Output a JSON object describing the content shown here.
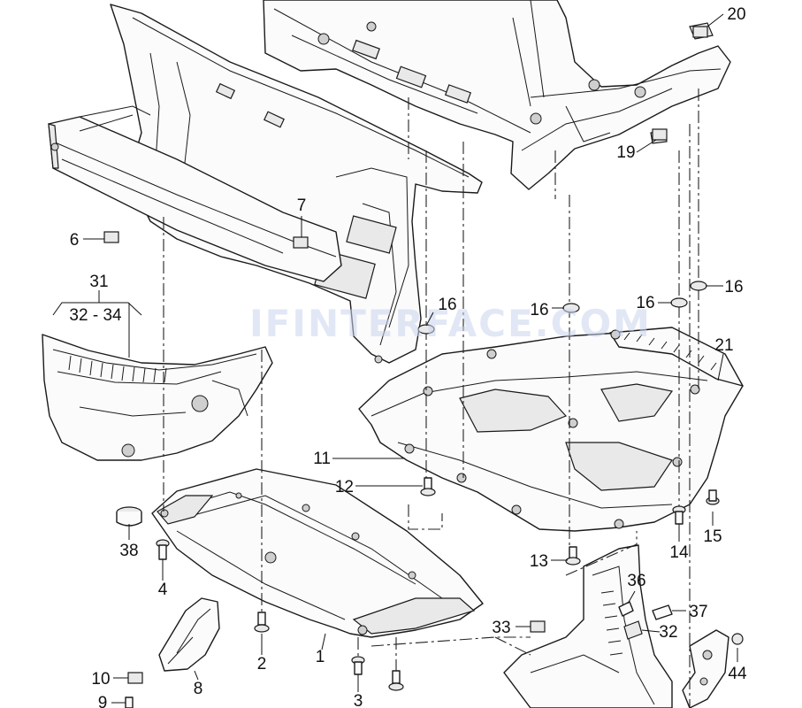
{
  "diagram": {
    "labels": {
      "l1": "1",
      "l2": "2",
      "l3": "3",
      "l4": "4",
      "l6": "6",
      "l7": "7",
      "l8": "8",
      "l9": "9",
      "l10": "10",
      "l11": "11",
      "l12": "12",
      "l13": "13",
      "l14": "14",
      "l15": "15",
      "l16a": "16",
      "l16b": "16",
      "l16c": "16",
      "l16d": "16",
      "l19": "19",
      "l20": "20",
      "l21": "21",
      "l31": "31",
      "l32_34": "32 - 34",
      "l32": "32",
      "l33": "33",
      "l36": "36",
      "l37": "37",
      "l38": "38",
      "l44": "44"
    },
    "watermark": "IFINTERFACE.COM",
    "colors": {
      "line": "#1a1a1a",
      "fill": "#fbfbfb",
      "watermark": "#c9d4ee"
    }
  }
}
